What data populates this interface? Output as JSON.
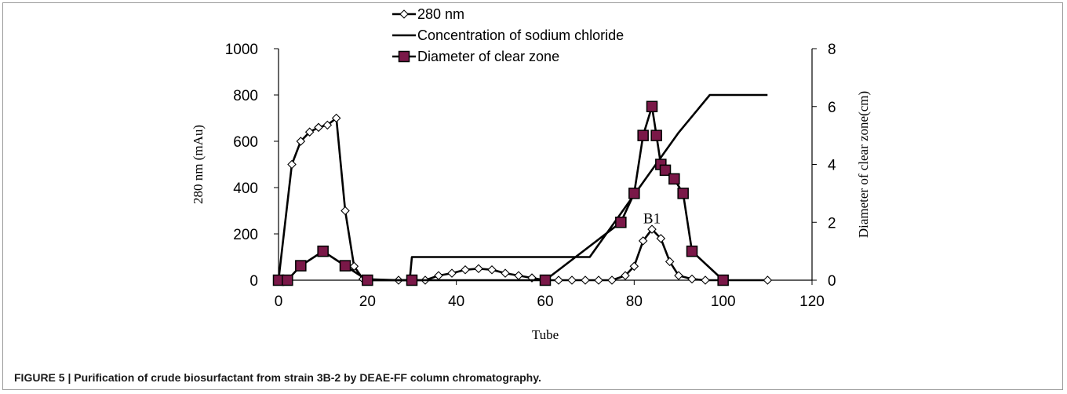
{
  "caption": "FIGURE 5 | Purification of crude biosurfactant from strain 3B-2 by DEAE-FF column chromatography.",
  "chart_data": {
    "type": "line",
    "xlabel": "Tube",
    "ylabel": "280 nm (mAu)",
    "y2label": "Diameter of clear zone(cm)",
    "xlim": [
      0,
      120
    ],
    "ylim": [
      0,
      1000
    ],
    "y2lim": [
      0,
      8
    ],
    "xticks": [
      0,
      20,
      40,
      60,
      80,
      100,
      120
    ],
    "yticks": [
      0,
      200,
      400,
      600,
      800,
      1000
    ],
    "y2ticks": [
      0,
      2,
      4,
      6,
      8
    ],
    "grid": false,
    "legend": "top-center",
    "series": [
      {
        "name": "280 nm",
        "axis": "left",
        "marker": "diamond-open",
        "x": [
          0,
          3,
          5,
          7,
          9,
          11,
          13,
          15,
          17,
          19,
          27,
          30,
          33,
          36,
          39,
          42,
          45,
          48,
          51,
          54,
          57,
          60,
          63,
          66,
          69,
          72,
          75,
          78,
          80,
          82,
          84,
          86,
          88,
          90,
          93,
          96,
          100,
          110
        ],
        "y": [
          0,
          500,
          600,
          640,
          660,
          670,
          700,
          300,
          60,
          5,
          0,
          0,
          0,
          20,
          30,
          45,
          50,
          45,
          30,
          20,
          10,
          0,
          0,
          0,
          0,
          0,
          0,
          20,
          60,
          170,
          220,
          180,
          80,
          20,
          5,
          0,
          0,
          0
        ]
      },
      {
        "name": "Concentration of sodium chloride",
        "axis": "right",
        "marker": "none",
        "x": [
          20,
          29.5,
          30,
          70,
          80,
          90,
          97,
          110
        ],
        "y": [
          0,
          0,
          0.8,
          0.8,
          2.95,
          5.1,
          6.4,
          6.4
        ]
      },
      {
        "name": "Diameter of clear zone",
        "axis": "right",
        "marker": "square-filled",
        "x": [
          0,
          2,
          5,
          10,
          15,
          20,
          30,
          60,
          77,
          80,
          82,
          84,
          85,
          86,
          87,
          89,
          91,
          93,
          100
        ],
        "y": [
          0,
          0,
          0.5,
          1,
          0.5,
          0,
          0,
          0,
          2,
          3,
          5,
          6,
          5,
          4,
          3.8,
          3.5,
          3,
          1,
          0
        ]
      }
    ],
    "annotations": [
      {
        "text": "B1",
        "x": 84,
        "y": 270
      }
    ]
  }
}
